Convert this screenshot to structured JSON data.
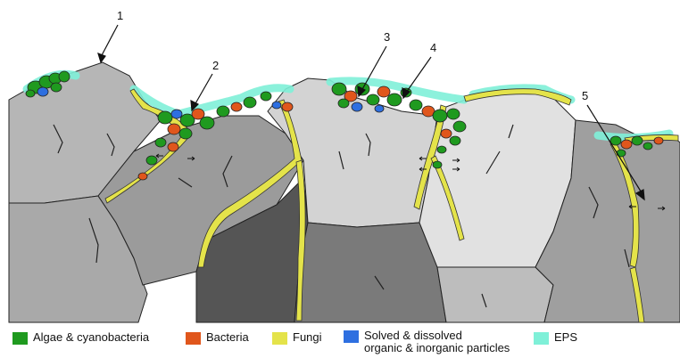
{
  "colors": {
    "algae": "#1f9a1f",
    "bacteria": "#e0561c",
    "fungi": "#e4e34a",
    "particles": "#2e6fe0",
    "eps": "#7ff0d8",
    "rock_light": "#d9d9d9",
    "rock_mid": "#b3b3b3",
    "rock_dark": "#8d8d8d",
    "rock_darkest": "#545454"
  },
  "callouts": [
    "1",
    "2",
    "3",
    "4",
    "5"
  ],
  "legend": [
    {
      "key": "algae",
      "label": "Algae & cyanobacteria"
    },
    {
      "key": "bacteria",
      "label": "Bacteria"
    },
    {
      "key": "fungi",
      "label": "Fungi"
    },
    {
      "key": "particles",
      "label_line1": "Solved & dissolved",
      "label_line2": "organic & inorganic particles"
    },
    {
      "key": "eps",
      "label": "EPS"
    }
  ]
}
